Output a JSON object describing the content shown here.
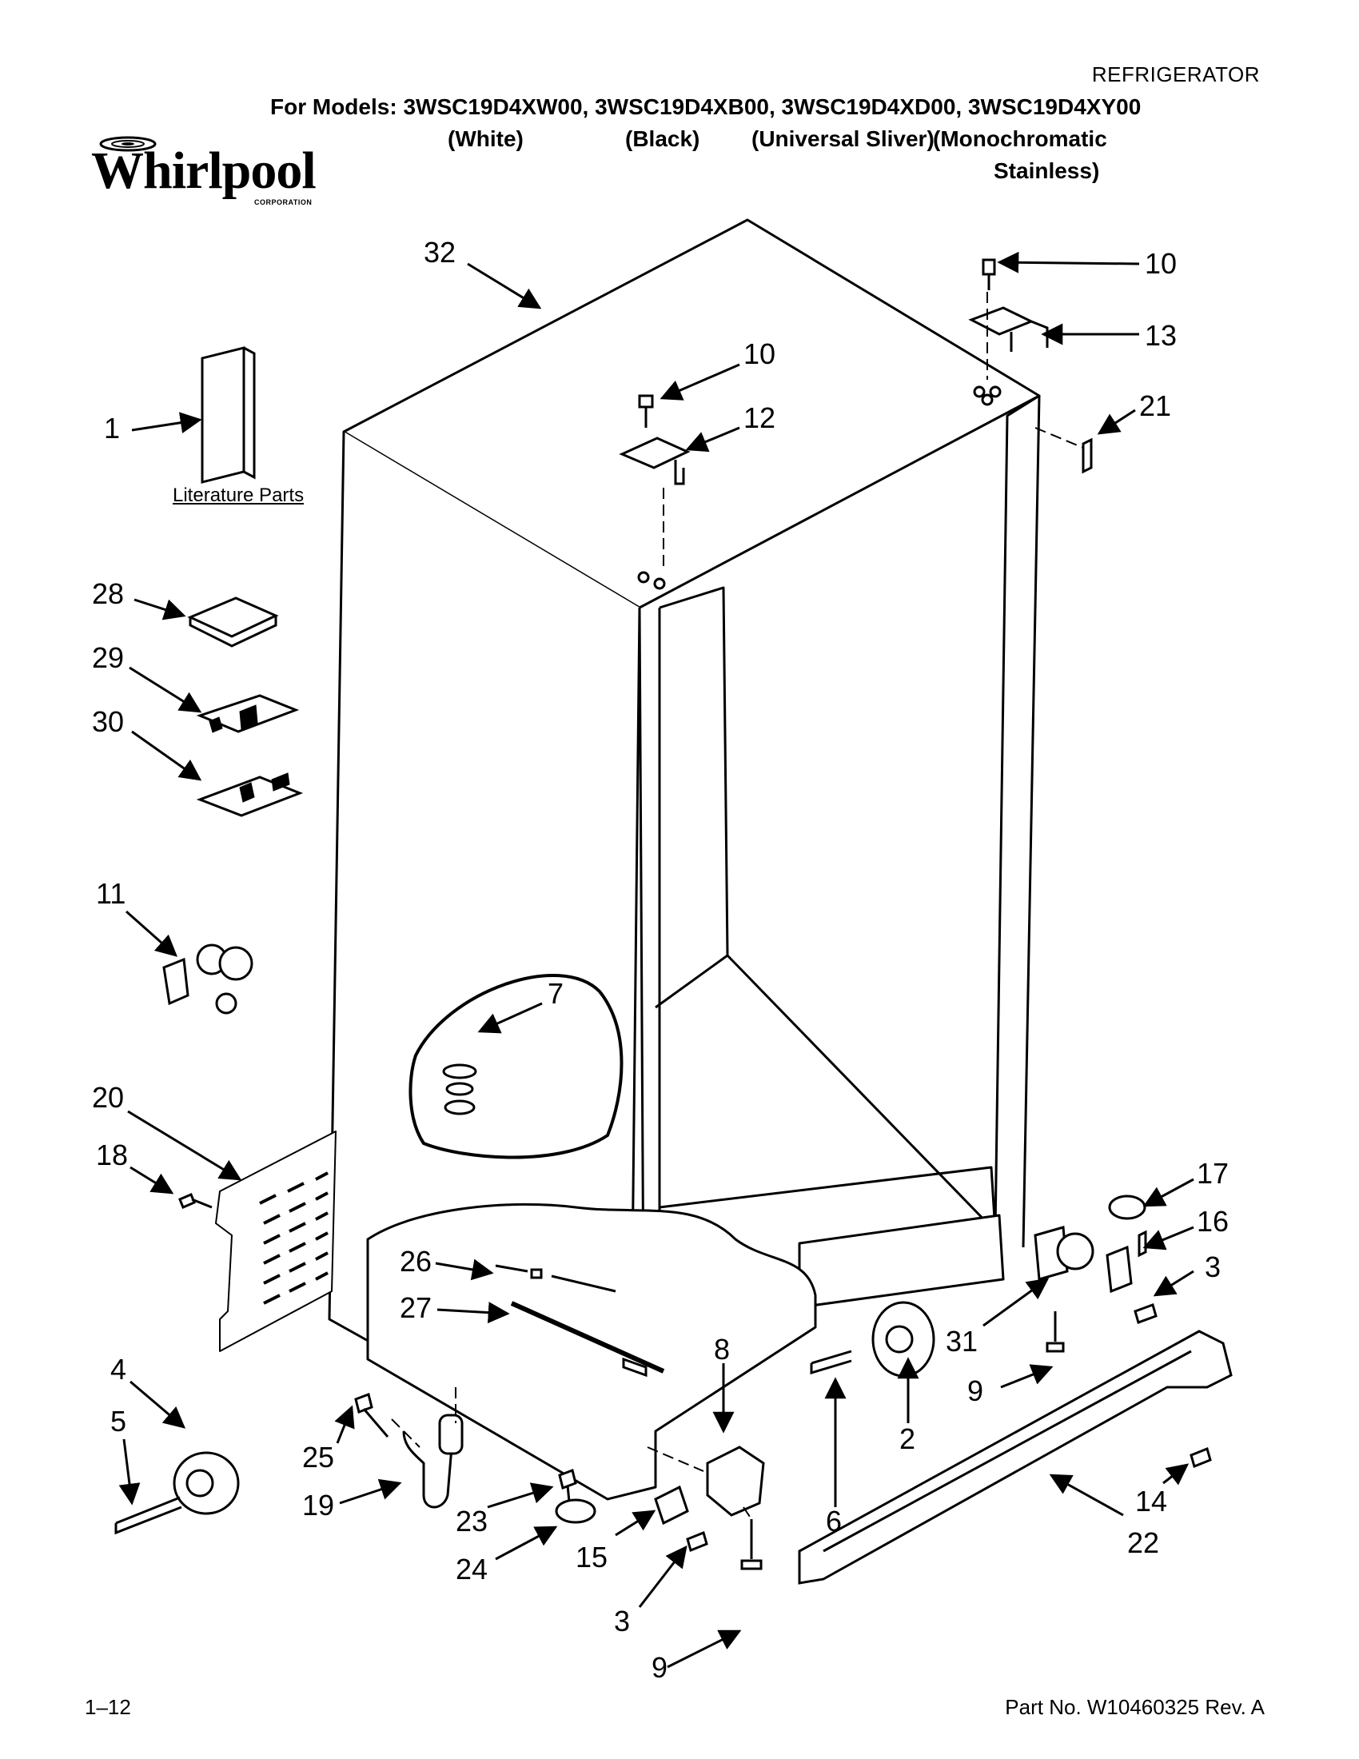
{
  "header": {
    "category": "REFRIGERATOR",
    "models_line": "For Models: 3WSC19D4XW00, 3WSC19D4XB00, 3WSC19D4XD00, 3WSC19D4XY00",
    "variants": [
      "(White)",
      "(Black)",
      "(Universal Sliver)",
      "(Monochromatic",
      "Stainless)"
    ]
  },
  "brand": {
    "name": "Whirlpool",
    "sub": "CORPORATION"
  },
  "literature_label": "Literature Parts",
  "callouts": [
    "32",
    "10",
    "13",
    "21",
    "10",
    "12",
    "1",
    "28",
    "29",
    "30",
    "11",
    "7",
    "20",
    "18",
    "17",
    "16",
    "3",
    "26",
    "27",
    "31",
    "9",
    "4",
    "5",
    "8",
    "25",
    "19",
    "23",
    "24",
    "15",
    "3",
    "9",
    "6",
    "2",
    "14",
    "22"
  ],
  "footer": {
    "page": "1–12",
    "part_number": "Part No. W10460325 Rev. A"
  }
}
